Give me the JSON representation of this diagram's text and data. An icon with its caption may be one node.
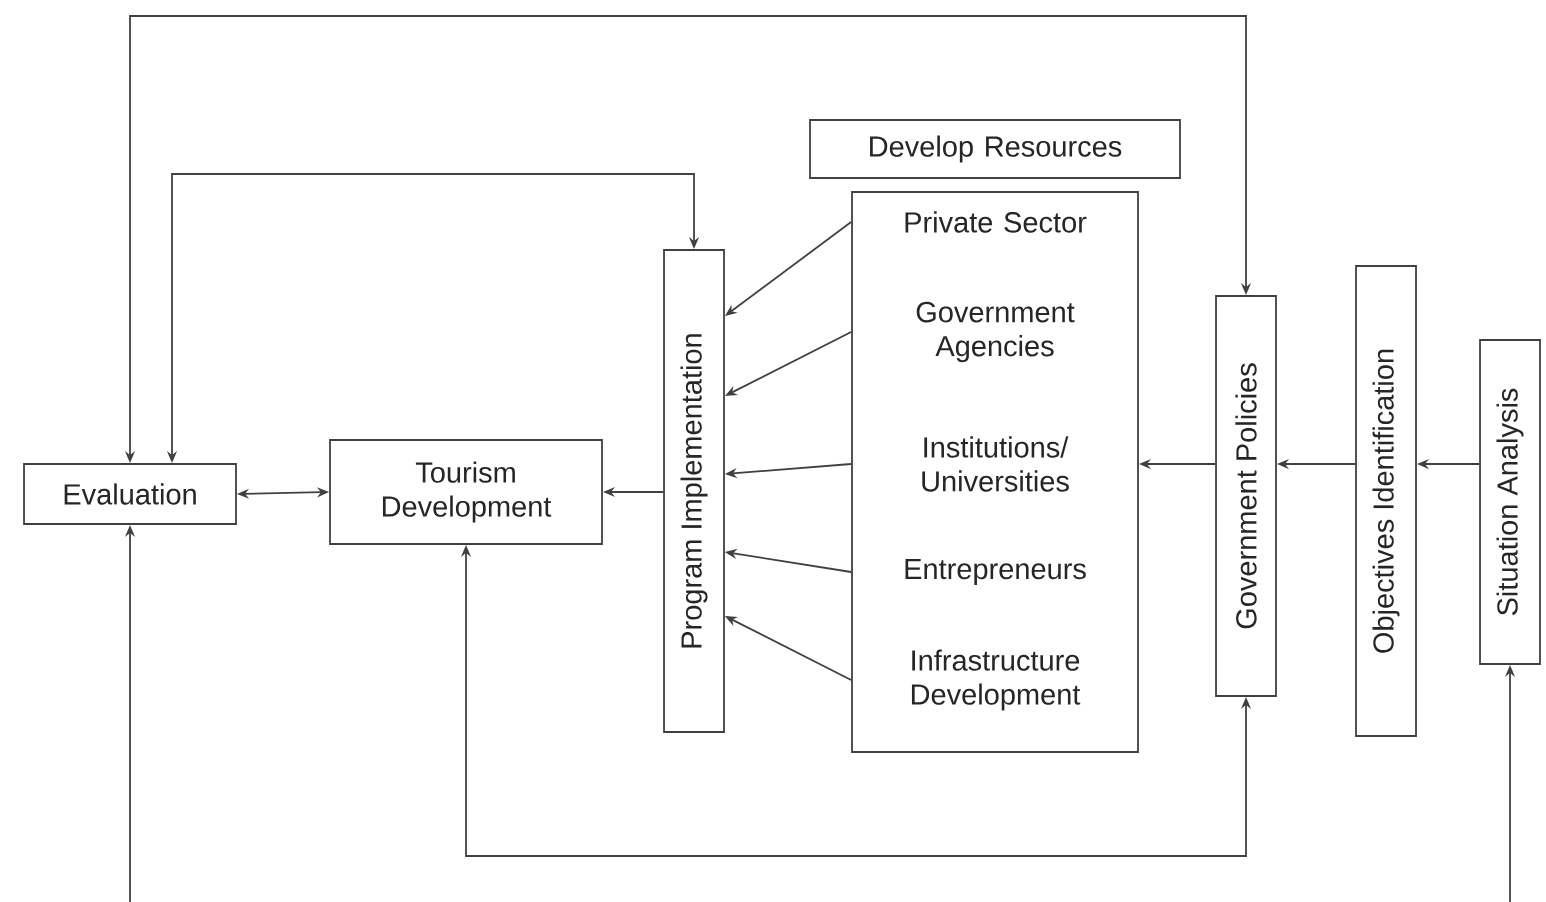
{
  "diagram": {
    "nodes": [
      {
        "text": [
          "Evaluation"
        ]
      },
      {
        "text": [
          "Tourism Development"
        ]
      },
      {
        "text": [
          "Program Implementation"
        ]
      },
      {
        "text": [
          "Develop Resources"
        ]
      },
      {
        "text": [],
        "shape": "box"
      },
      {
        "text": [
          "Private Sector"
        ],
        "in": 4
      },
      {
        "text": [
          "Government Agencies"
        ],
        "in": 4
      },
      {
        "text": [
          "Institutions/ Universities"
        ],
        "in": 4
      },
      {
        "text": [
          "Entrepreneurs"
        ],
        "in": 4
      },
      {
        "text": [
          "Infrastructure Development"
        ],
        "in": 4
      },
      {
        "text": [
          "Government Policies"
        ]
      },
      {
        "text": [
          "Objectives Identification"
        ]
      },
      {
        "text": [
          "Situation Analysis"
        ]
      }
    ],
    "edges": [
      {
        "from": 10,
        "to": 0,
        "arrow": "both"
      },
      {
        "from": 0,
        "to": 2,
        "arrow": "both"
      },
      {
        "from": 0,
        "to": 1,
        "arrow": "both"
      },
      {
        "from": 2,
        "to": 1,
        "arrow": "to"
      },
      {
        "from": 5,
        "to": 2,
        "arrow": "to"
      },
      {
        "from": 6,
        "to": 2,
        "arrow": "to"
      },
      {
        "from": 7,
        "to": 2,
        "arrow": "to"
      },
      {
        "from": 8,
        "to": 2,
        "arrow": "to"
      },
      {
        "from": 9,
        "to": 2,
        "arrow": "to"
      },
      {
        "from": 10,
        "to": 4,
        "arrow": "to"
      },
      {
        "from": 11,
        "to": 10,
        "arrow": "to"
      },
      {
        "from": 12,
        "to": 11,
        "arrow": "to"
      },
      {
        "from": 1,
        "to": 10,
        "arrow": "both"
      },
      {
        "from": null,
        "to": 0,
        "arrow": "to"
      },
      {
        "from": null,
        "to": 12,
        "arrow": "to"
      }
    ]
  }
}
